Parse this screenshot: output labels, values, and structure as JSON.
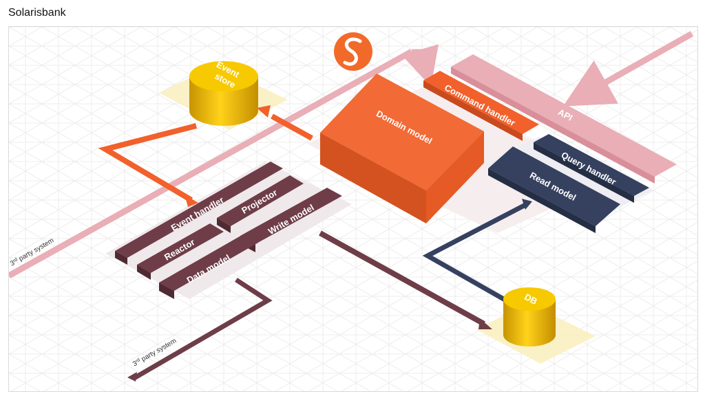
{
  "window": {
    "title": "Solarisbank"
  },
  "colors": {
    "orange": "#f2602b",
    "maroon": "#6e3d48",
    "navy": "#35415f",
    "pink": "#e9aeb6",
    "gold": "#f2c200",
    "pale_yellow": "#fbefc1"
  },
  "diagram": {
    "logo": "solarisbank-logo",
    "components": {
      "event_store": {
        "line1": "Event",
        "line2": "store"
      },
      "domain_model": "Domain model",
      "command_handler": "Command handler",
      "api": "API",
      "query_handler": "Query handler",
      "read_model": "Read model",
      "event_handler": "Event handler",
      "projector": "Projector",
      "reactor": "Reactor",
      "write_model": "Write model",
      "data_model": "Data model",
      "db": "DB"
    },
    "third_party": {
      "prefix": "3",
      "sup": "rd",
      "suffix": " party system"
    }
  }
}
